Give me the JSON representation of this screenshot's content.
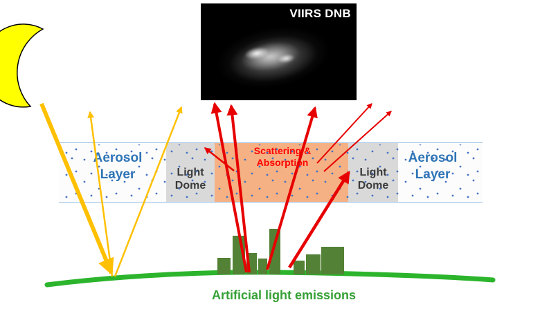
{
  "viirs": {
    "label": "VIIRS DNB"
  },
  "aerosol_layer": {
    "left_label": "Aerosol Layer",
    "right_label": "Aerosol Layer"
  },
  "light_domes": {
    "left_label": "Light Dome",
    "right_label": "Light Dome"
  },
  "scattering": {
    "label": "Scattering & Absorption"
  },
  "ground": {
    "label": "Artificial light emissions"
  },
  "colors": {
    "moon": "#ffff00",
    "moonlight_arrow": "#ffc000",
    "emission_arrow": "#e60000",
    "aerosol_text": "#2e75b6",
    "aerosol_dot": "#4472c4",
    "aerosol_border": "#9cc2e5",
    "light_dome_bg": "#d9d9d9",
    "light_dome_text": "#3b3b3b",
    "scattering_bg": "#f5b183",
    "scattering_text": "#ff0000",
    "building": "#538135",
    "ground_line": "#2cb52c",
    "ground_text": "#35a035",
    "viirs_bg": "#000000",
    "viirs_text": "#ffffff"
  }
}
